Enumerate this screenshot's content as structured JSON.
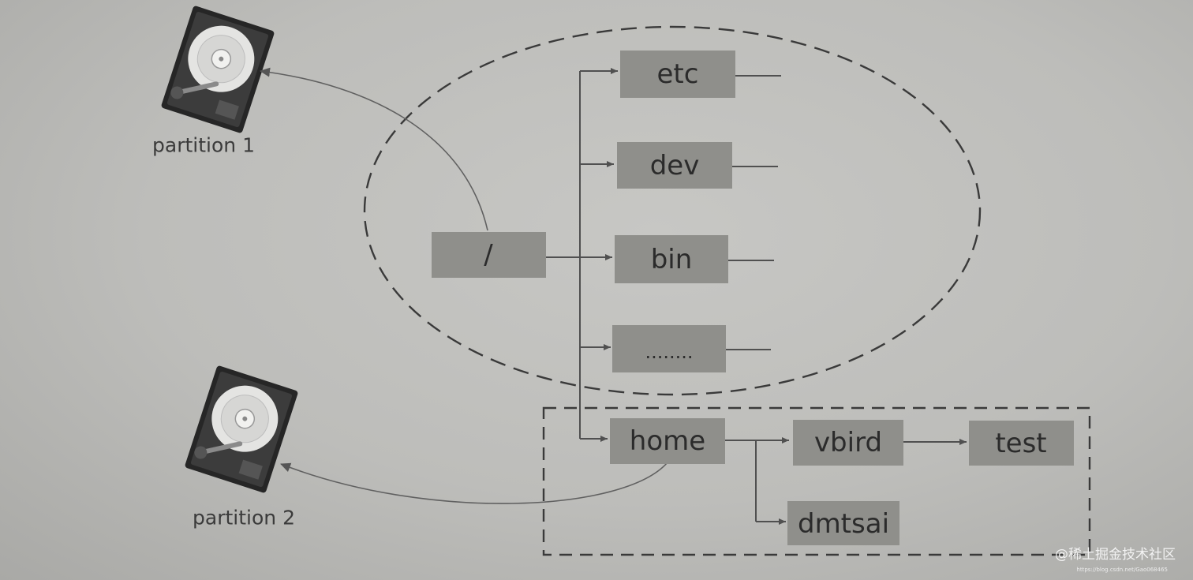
{
  "partitions": [
    {
      "id": "p1",
      "label": "partition 1"
    },
    {
      "id": "p2",
      "label": "partition 2"
    }
  ],
  "nodes": {
    "root": "/",
    "etc": "etc",
    "dev": "dev",
    "bin": "bin",
    "more": "........",
    "home": "home",
    "vbird": "vbird",
    "test": "test",
    "dmtsai": "dmtsai"
  },
  "watermark": {
    "main": "@稀土掘金技术社区",
    "small": "https://blog.csdn.net/Gao068465"
  },
  "colors": {
    "background": "#bdbdba",
    "node_fill": "#8f8f8b",
    "text": "#2b2b2b",
    "dashed_border": "#3a3a3a"
  }
}
